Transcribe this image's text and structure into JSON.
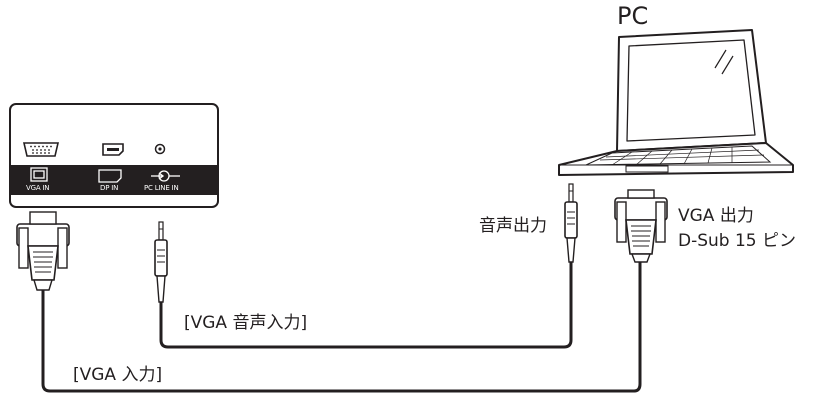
{
  "pc": {
    "title": "PC"
  },
  "display_panel": {
    "ports": [
      {
        "label": "VGA IN",
        "icon": "vga-port-icon"
      },
      {
        "label": "DP IN",
        "icon": "displayport-icon"
      },
      {
        "label": "PC LINE IN",
        "icon": "audio-in-icon"
      }
    ]
  },
  "labels": {
    "pc_audio_out": "音声出力",
    "pc_vga_out_line1": "VGA 出力",
    "pc_vga_out_line2": "D-Sub 15 ピン",
    "audio_cable": "[VGA 音声入力]",
    "vga_cable": "[VGA 入力]"
  },
  "colors": {
    "panel": "#231f20",
    "line": "#231f20",
    "background": "#ffffff"
  }
}
